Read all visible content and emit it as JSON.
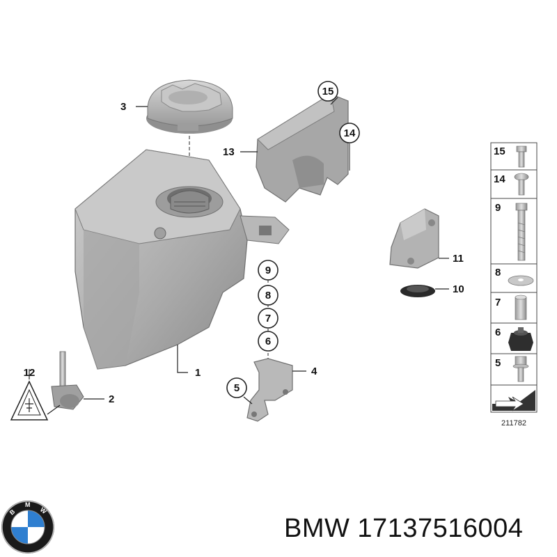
{
  "diagram": {
    "callouts": [
      {
        "id": "c1",
        "label": "1"
      },
      {
        "id": "c2",
        "label": "2"
      },
      {
        "id": "c3",
        "label": "3"
      },
      {
        "id": "c4",
        "label": "4"
      },
      {
        "id": "c5",
        "label": "5"
      },
      {
        "id": "c6",
        "label": "6"
      },
      {
        "id": "c7",
        "label": "7"
      },
      {
        "id": "c8",
        "label": "8"
      },
      {
        "id": "c9",
        "label": "9"
      },
      {
        "id": "c10",
        "label": "10"
      },
      {
        "id": "c11",
        "label": "11"
      },
      {
        "id": "c12",
        "label": "12"
      },
      {
        "id": "c13",
        "label": "13"
      },
      {
        "id": "c14",
        "label": "14"
      },
      {
        "id": "c15",
        "label": "15"
      }
    ],
    "legend_items": [
      "15",
      "14",
      "9",
      "8",
      "7",
      "6",
      "5"
    ],
    "reference_number": "211782"
  },
  "logo": {
    "letters": "BMW",
    "colors": {
      "ring": "#1a1a1a",
      "blue": "#2f7fd0",
      "white": "#ffffff"
    }
  },
  "caption": {
    "text": "BMW 17137516004"
  },
  "colors": {
    "part_gray": "#b5b5b5",
    "part_dark": "#7d7d7d",
    "line": "#222222"
  }
}
